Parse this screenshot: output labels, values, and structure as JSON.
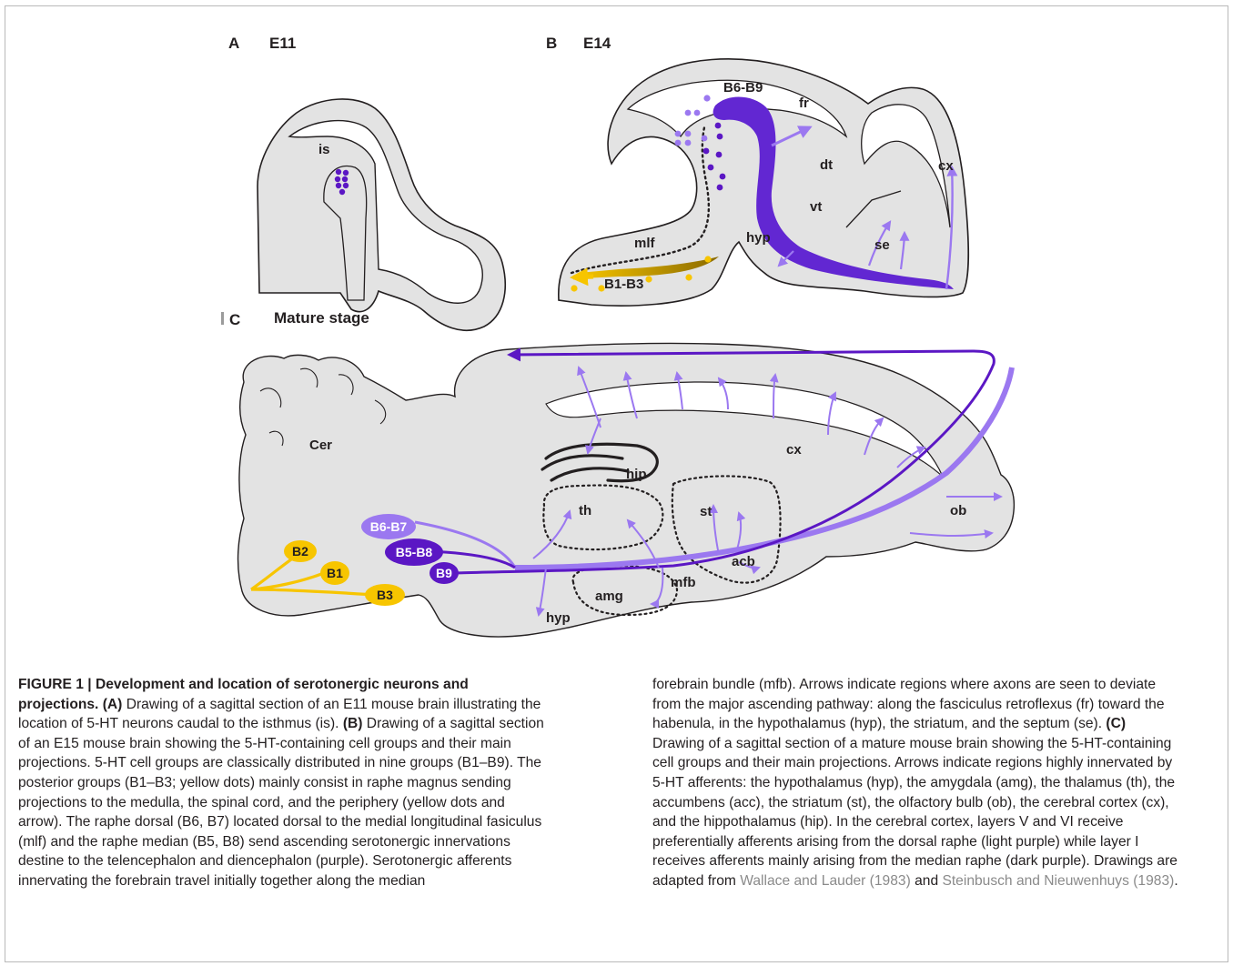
{
  "panels": {
    "a": {
      "letter": "A",
      "stage": "E11",
      "labels": {
        "is": "is"
      }
    },
    "b": {
      "letter": "B",
      "stage": "E14",
      "labels": {
        "b6b9": "B6-B9",
        "fr": "fr",
        "dt": "dt",
        "vt": "vt",
        "cx": "cx",
        "hyp": "hyp",
        "se": "se",
        "mlf": "mlf",
        "b1b3": "B1-B3"
      }
    },
    "c": {
      "letter": "C",
      "stage": "Mature stage",
      "labels": {
        "cer": "Cer",
        "hip": "hip",
        "cx": "cx",
        "th": "th",
        "st": "st",
        "ob": "ob",
        "acb": "acb",
        "mfb": "mfb",
        "amg": "amg",
        "hyp": "hyp",
        "b6b7": "B6-B7",
        "b5b8": "B5-B8",
        "b9": "B9",
        "b2": "B2",
        "b1": "B1",
        "b3": "B3"
      }
    }
  },
  "colors": {
    "tissue": "#e3e3e3",
    "outline": "#231f20",
    "dark_purple": "#5b17c4",
    "light_purple": "#9b78f0",
    "yellow": "#f7c500",
    "gold": "#a88200"
  },
  "caption": {
    "left_title": "FIGURE 1 | Development and location of serotonergic neurons and projections.",
    "left_body": [
      {
        "b": " (A)",
        "t": " Drawing of a sagittal section of an E11 mouse brain illustrating the location of 5-HT neurons caudal to the isthmus (is)."
      },
      {
        "b": " (B)",
        "t": " Drawing of a sagittal section of an E15 mouse brain showing the 5-HT-containing cell groups and their main projections. 5-HT cell groups are classically distributed in nine groups (B1–B9). The posterior groups (B1–B3; yellow dots) mainly consist in raphe magnus sending projections to the medulla, the spinal cord, and the periphery (yellow dots and arrow). The raphe dorsal (B6, B7) located dorsal to the medial longitudinal fasiculus (mlf) and the raphe median (B5, B8) send ascending serotonergic innervations destine to the telencephalon and diencephalon (purple). Serotonergic afferents innervating the forebrain travel initially together along the median"
      }
    ],
    "right_p1": "forebrain bundle (mfb). Arrows indicate regions where axons are seen to deviate from the major ascending pathway: along the fasciculus retroflexus (fr) toward the habenula, in the hypothalamus (hyp), the striatum, and the septum (se).",
    "right_c_label": " (C)",
    "right_p2": " Drawing of a sagittal section of a mature mouse brain showing the 5-HT-containing cell groups and their main projections. Arrows indicate regions highly innervated by 5-HT afferents: the hypothalamus (hyp), the amygdala (amg), the thalamus (th), the accumbens (acc), the striatum (st), the olfactory bulb (ob), the cerebral cortex (cx), and the hippothalamus (hip). In the cerebral cortex, layers V and VI receive preferentially afferents arising from the dorsal raphe (light purple) while layer I receives afferents mainly arising from the median raphe (dark purple). Drawings are adapted from",
    "ref1": "Wallace and Lauder (1983)",
    "and": " and ",
    "ref2": "Steinbusch and Nieuwenhuys (1983)",
    "end": "."
  }
}
